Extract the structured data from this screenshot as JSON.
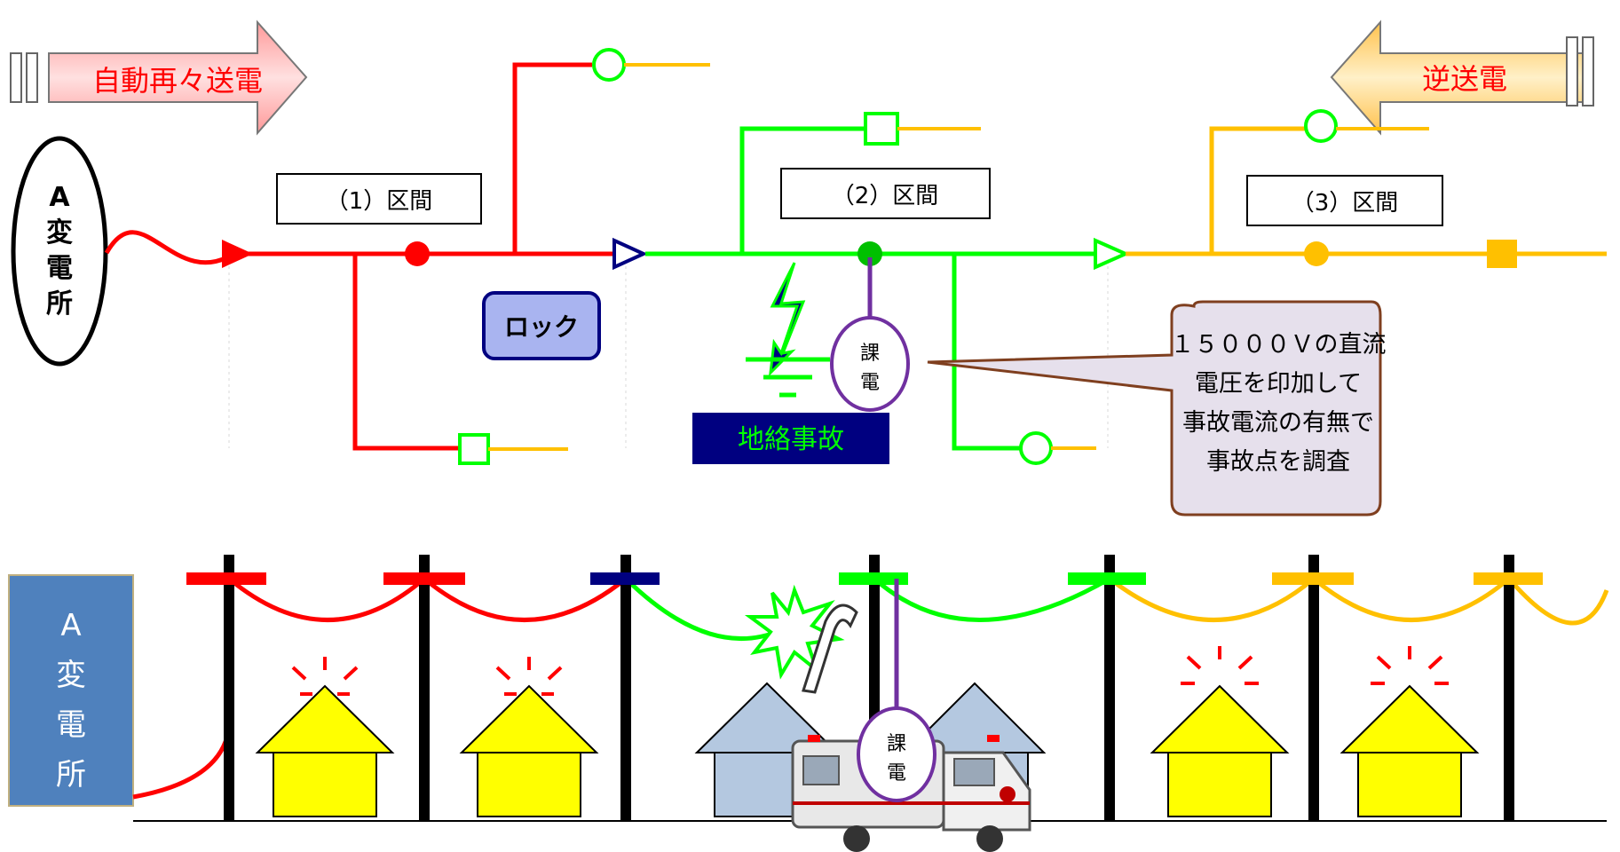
{
  "arrows": {
    "auto_retransmission": "自動再々送電",
    "reverse_transmission": "逆送電"
  },
  "substation_top": [
    "A",
    "変",
    "電",
    "所"
  ],
  "substation_bottom": [
    "A",
    "変",
    "電",
    "所"
  ],
  "sections": [
    "（1）区間",
    "（2）区間",
    "（3）区間"
  ],
  "lock_label": "ロック",
  "fault_label": "地絡事故",
  "charging_labels": [
    "課",
    "電"
  ],
  "callout_lines": [
    "１５０００Ｖの直流",
    "電圧を印加して",
    "事故電流の有無で",
    "事故点を調査"
  ],
  "colors": {
    "section1": "#ff0000",
    "section2": "#00ff00",
    "section3": "#ffc000",
    "house_lit": "#ffff00",
    "house_dark": "#b4c8e0",
    "substation_box": "#4f81bd",
    "fault_box": "#000080",
    "lock_fill": "#a9b4f0",
    "callout_fill": "#e6e0ec",
    "callout_border": "#7f3f1f"
  }
}
